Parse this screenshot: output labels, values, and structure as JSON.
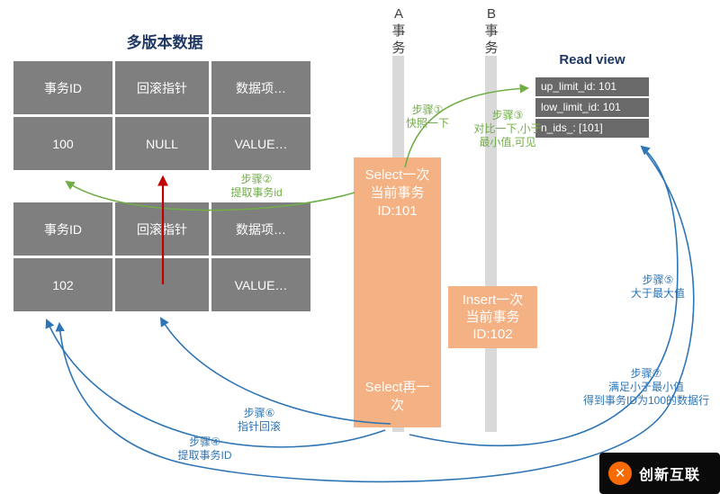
{
  "title": "多版本数据",
  "colors": {
    "green": "#70ad47",
    "blue": "#2e75b6",
    "red": "#c00000",
    "orange": "#f4b183",
    "cell_gray": "#7f7f7f",
    "readview_gray": "#696969",
    "lane_gray": "#d9d9d9",
    "navy": "#1f3864"
  },
  "tables": {
    "top": {
      "headers": [
        "事务ID",
        "回滚指针",
        "数据项…"
      ],
      "row": [
        "100",
        "NULL",
        "VALUE…"
      ]
    },
    "bottom": {
      "headers": [
        "事务ID",
        "回滚指针",
        "数据项…"
      ],
      "row": [
        "102",
        "",
        "VALUE…"
      ]
    }
  },
  "lanes": {
    "a": "A\n事\n务",
    "b": "B\n事\n务"
  },
  "boxes": {
    "select1": "Select一次\n当前事务\nID:101",
    "select2": "Select再一\n次",
    "insert": "Insert一次\n当前事务\nID:102"
  },
  "readview": {
    "title": "Read view",
    "rows": [
      "up_limit_id:  101",
      "low_limit_id:  101",
      "n_ids_:  [101]"
    ]
  },
  "steps": {
    "s1": "步骤①\n快照一下",
    "s2": "步骤②\n提取事务id",
    "s3": "步骤③\n对比一下,小于\n最小值,可见",
    "s4": "步骤④\n提取事务ID",
    "s5": "步骤⑤\n大于最大值",
    "s6": "步骤⑥\n指针回滚",
    "s7": "步骤⑦\n满足小于最小值\n得到事务ID为100的数据行"
  },
  "watermark": {
    "icon": "✕",
    "text": "创新互联"
  }
}
